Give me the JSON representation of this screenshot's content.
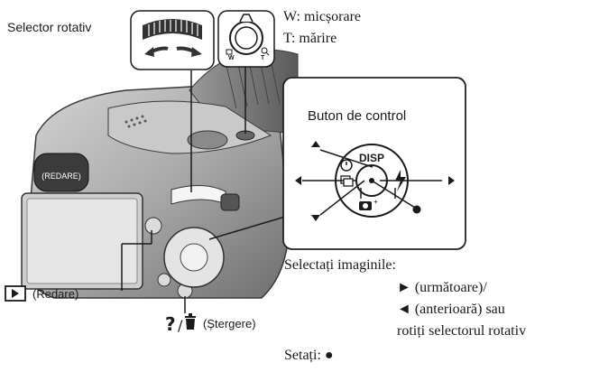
{
  "labels": {
    "rotary_selector": "Selector rotativ",
    "zoom_w": "W: micșorare",
    "zoom_t": "T: mărire",
    "control_button": "Buton de control",
    "disp": "DISP",
    "playback": "(Redare)",
    "delete": "(Ștergere)",
    "select_images": "Selectați imaginile:",
    "next": "► (următoare)/",
    "previous": "◄ (anterioară) sau",
    "rotate": "rotiți selectorul rotativ",
    "set": "Setați: ●",
    "w": "W",
    "t": "T"
  },
  "icons": [
    "rotary-dial-icon",
    "zoom-lever-icon",
    "playback-icon",
    "help-icon",
    "trash-icon",
    "flash-icon",
    "self-timer-icon",
    "burst-icon",
    "scene-icon",
    "up-arrow-icon",
    "down-arrow-icon",
    "left-arrow-icon",
    "right-arrow-icon"
  ],
  "colors": {
    "ink": "#1a1a1a",
    "body_light": "#bfbfbf",
    "body_dark": "#5a5a5a",
    "panel_border": "#222222"
  }
}
